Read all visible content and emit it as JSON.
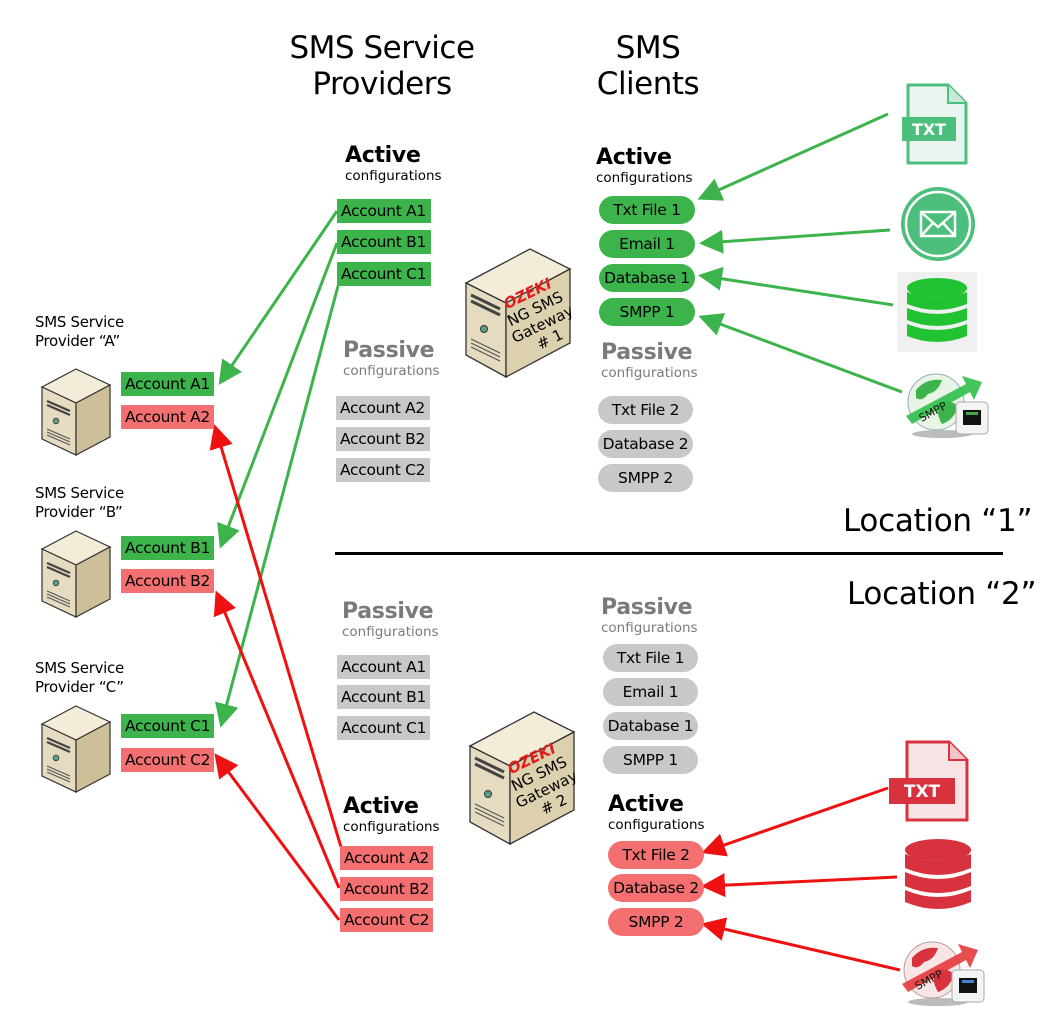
{
  "headings": {
    "providers": [
      "SMS Service",
      "Providers"
    ],
    "clients": [
      "SMS",
      "Clients"
    ]
  },
  "common": {
    "active": "Active",
    "passive": "Passive",
    "configurations": "configurations"
  },
  "colors": {
    "active_location1": "#3cb44b",
    "active_location2": "#f47070",
    "passive": "#c8c8c8",
    "arrow_green": "#3cb44b",
    "arrow_red": "#ee1111"
  },
  "providers": [
    {
      "label": [
        "SMS Service",
        "Provider “A”"
      ],
      "accounts": [
        {
          "name": "Account A1",
          "state": "green"
        },
        {
          "name": "Account A2",
          "state": "red"
        }
      ]
    },
    {
      "label": [
        "SMS Service",
        "Provider “B”"
      ],
      "accounts": [
        {
          "name": "Account B1",
          "state": "green"
        },
        {
          "name": "Account B2",
          "state": "red"
        }
      ]
    },
    {
      "label": [
        "SMS Service",
        "Provider “C”"
      ],
      "accounts": [
        {
          "name": "Account C1",
          "state": "green"
        },
        {
          "name": "Account C2",
          "state": "red"
        }
      ]
    }
  ],
  "location1": {
    "label": "Location “1”",
    "gateway": {
      "brand": "OZEKI",
      "lines": [
        "NG SMS",
        "Gateway",
        "# 1"
      ]
    },
    "provider_active": [
      "Account A1",
      "Account B1",
      "Account C1"
    ],
    "provider_passive": [
      "Account A2",
      "Account B2",
      "Account C2"
    ],
    "client_active": [
      "Txt File 1",
      "Email 1",
      "Database 1",
      "SMPP 1"
    ],
    "client_passive": [
      "Txt File 2",
      "Database 2",
      "SMPP 2"
    ],
    "client_icons": [
      "txt-file-icon",
      "email-icon",
      "database-icon",
      "smpp-icon"
    ]
  },
  "location2": {
    "label": "Location “2”",
    "gateway": {
      "brand": "OZEKI",
      "lines": [
        "NG SMS",
        "Gateway",
        "# 2"
      ]
    },
    "provider_passive": [
      "Account A1",
      "Account B1",
      "Account C1"
    ],
    "provider_active": [
      "Account A2",
      "Account B2",
      "Account C2"
    ],
    "client_passive": [
      "Txt File 1",
      "Email 1",
      "Database 1",
      "SMPP 1"
    ],
    "client_active": [
      "Txt File 2",
      "Database 2",
      "SMPP 2"
    ],
    "client_icons": [
      "txt-file-icon",
      "database-icon",
      "smpp-icon"
    ]
  },
  "icon_text": {
    "txt": "TXT",
    "smpp": "SMPP"
  }
}
